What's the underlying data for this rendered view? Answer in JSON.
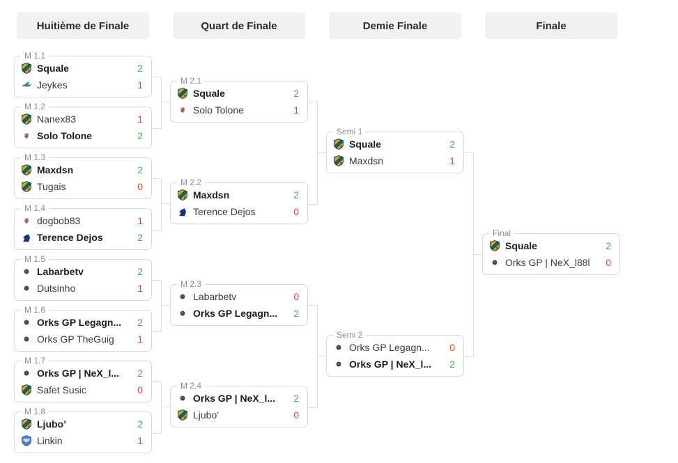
{
  "colors": {
    "win_score": "#4cae4c",
    "loss_score": "#e8432e",
    "connector": "#dcdcdc",
    "match_border": "#d9d9d9",
    "match_label_text": "#8b8b8b",
    "header_bg": "#f1f1f1"
  },
  "rounds": [
    {
      "label": "Huitième de Finale"
    },
    {
      "label": "Quart de Finale"
    },
    {
      "label": "Demie Finale"
    },
    {
      "label": "Finale"
    }
  ],
  "matches": [
    {
      "label": "M 1.1",
      "round": "Huitième de Finale",
      "players": [
        {
          "name": "Squale",
          "icon": "green-shield",
          "score": 2,
          "winner": true
        },
        {
          "name": "Jeykes",
          "icon": "teal-bird",
          "score": 1,
          "winner": false
        }
      ]
    },
    {
      "label": "M 1.2",
      "round": "Huitième de Finale",
      "players": [
        {
          "name": "Nanex83",
          "icon": "green-shield",
          "score": 1,
          "winner": false
        },
        {
          "name": "Solo Tolone",
          "icon": "pixel-avatar",
          "score": 2,
          "winner": true
        }
      ]
    },
    {
      "label": "M 1.3",
      "round": "Huitième de Finale",
      "players": [
        {
          "name": "Maxdsn",
          "icon": "green-shield",
          "score": 2,
          "winner": true
        },
        {
          "name": "Tugais",
          "icon": "green-shield",
          "score": 0,
          "winner": false
        }
      ]
    },
    {
      "label": "M 1.4",
      "round": "Huitième de Finale",
      "players": [
        {
          "name": "dogbob83",
          "icon": "pixel-avatar",
          "score": 1,
          "winner": false
        },
        {
          "name": "Terence Dejos",
          "icon": "navy-knight",
          "score": 2,
          "winner": true
        }
      ]
    },
    {
      "label": "M 1.5",
      "round": "Huitième de Finale",
      "players": [
        {
          "name": "Labarbetv",
          "icon": "gray-circle",
          "score": 2,
          "winner": true
        },
        {
          "name": "Dutsinho",
          "icon": "gray-circle",
          "score": 1,
          "winner": false
        }
      ]
    },
    {
      "label": "M 1.6",
      "round": "Huitième de Finale",
      "players": [
        {
          "name": "Orks GP Legagn...",
          "icon": "gray-circle",
          "score": 2,
          "winner": true
        },
        {
          "name": "Orks GP TheGuig",
          "icon": "gray-circle",
          "score": 1,
          "winner": false
        }
      ]
    },
    {
      "label": "M 1.7",
      "round": "Huitième de Finale",
      "players": [
        {
          "name": "Orks GP | NeX_l...",
          "icon": "gray-circle",
          "score": 2,
          "winner": true
        },
        {
          "name": "Safet Susic",
          "icon": "green-shield",
          "score": 0,
          "winner": false
        }
      ]
    },
    {
      "label": "M 1.8",
      "round": "Huitième de Finale",
      "players": [
        {
          "name": "Ljubo’",
          "icon": "green-shield",
          "score": 2,
          "winner": true
        },
        {
          "name": "Linkin",
          "icon": "blue-shield",
          "score": 1,
          "winner": false
        }
      ]
    },
    {
      "label": "M 2.1",
      "round": "Quart de Finale",
      "players": [
        {
          "name": "Squale",
          "icon": "green-shield",
          "score": 2,
          "winner": true
        },
        {
          "name": "Solo Tolone",
          "icon": "pixel-avatar",
          "score": 1,
          "winner": false
        }
      ]
    },
    {
      "label": "M 2.2",
      "round": "Quart de Finale",
      "players": [
        {
          "name": "Maxdsn",
          "icon": "green-shield",
          "score": 2,
          "winner": true
        },
        {
          "name": "Terence Dejos",
          "icon": "navy-knight",
          "score": 0,
          "winner": false
        }
      ]
    },
    {
      "label": "M 2.3",
      "round": "Quart de Finale",
      "players": [
        {
          "name": "Labarbetv",
          "icon": "gray-circle",
          "score": 0,
          "winner": false
        },
        {
          "name": "Orks GP Legagn...",
          "icon": "gray-circle",
          "score": 2,
          "winner": true
        }
      ]
    },
    {
      "label": "M 2.4",
      "round": "Quart de Finale",
      "players": [
        {
          "name": "Orks GP | NeX_l...",
          "icon": "gray-circle",
          "score": 2,
          "winner": true
        },
        {
          "name": "Ljubo’",
          "icon": "green-shield",
          "score": 0,
          "winner": false
        }
      ]
    },
    {
      "label": "Semi 1",
      "round": "Demie Finale",
      "players": [
        {
          "name": "Squale",
          "icon": "green-shield",
          "score": 2,
          "winner": true
        },
        {
          "name": "Maxdsn",
          "icon": "green-shield",
          "score": 1,
          "winner": false
        }
      ]
    },
    {
      "label": "Semi 2",
      "round": "Demie Finale",
      "players": [
        {
          "name": "Orks GP Legagn...",
          "icon": "gray-circle",
          "score": 0,
          "winner": false
        },
        {
          "name": "Orks GP | NeX_l...",
          "icon": "gray-circle",
          "score": 2,
          "winner": true
        }
      ]
    },
    {
      "label": "Final",
      "round": "Finale",
      "players": [
        {
          "name": "Squale",
          "icon": "green-shield",
          "score": 2,
          "winner": true
        },
        {
          "name": "Orks GP | NeX_l88l",
          "icon": "gray-circle",
          "score": 0,
          "winner": false
        }
      ]
    }
  ]
}
